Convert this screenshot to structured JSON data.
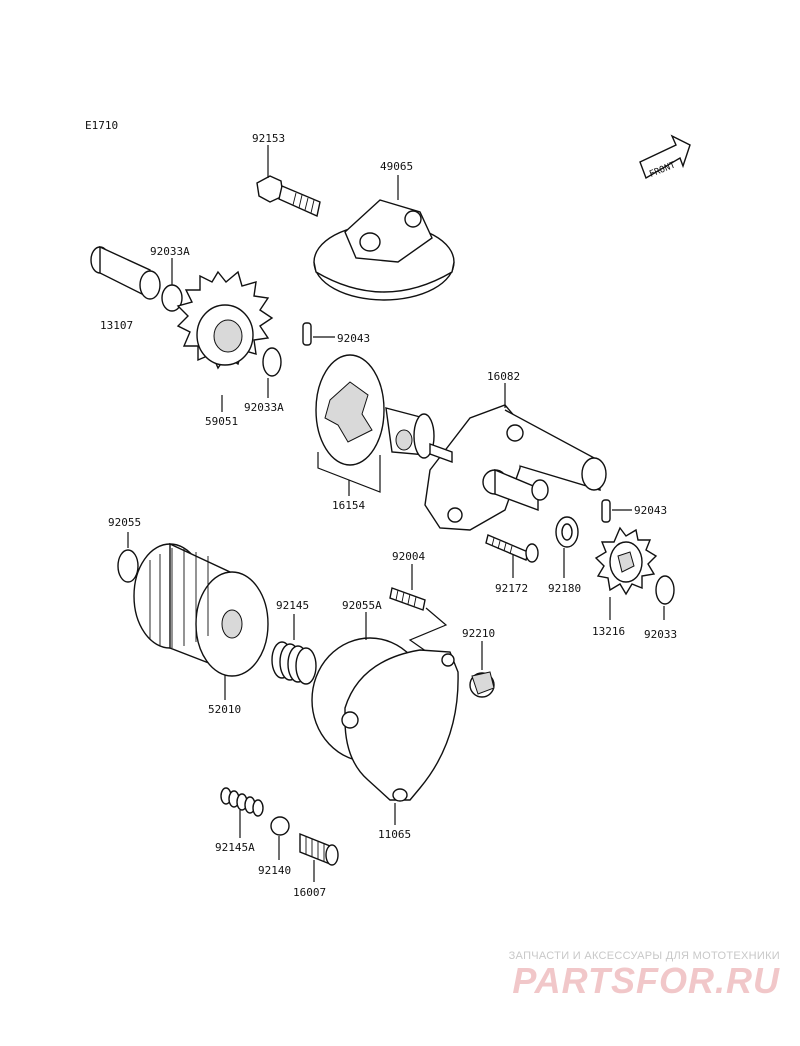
{
  "diagram": {
    "code": "E1710",
    "front_label": "FRONT",
    "labels": {
      "p92153": "92153",
      "p49065": "49065",
      "p92033A_top": "92033A",
      "p13107": "13107",
      "p92043_top": "92043",
      "p59051": "59051",
      "p92033A_bot": "92033A",
      "p16082": "16082",
      "p16154": "16154",
      "p92043_right": "92043",
      "p92055": "92055",
      "p92004": "92004",
      "p92145": "92145",
      "p92055A": "92055A",
      "p92210": "92210",
      "p92172": "92172",
      "p92180": "92180",
      "p13216": "13216",
      "p92033": "92033",
      "p52010": "52010",
      "p11065": "11065",
      "p92145A": "92145A",
      "p92140": "92140",
      "p16007": "16007"
    }
  },
  "watermark": {
    "tagline": "ЗАПЧАСТИ И АКСЕССУАРЫ ДЛЯ МОТОТЕХНИКИ",
    "logo": "PARTSFOR.RU"
  }
}
